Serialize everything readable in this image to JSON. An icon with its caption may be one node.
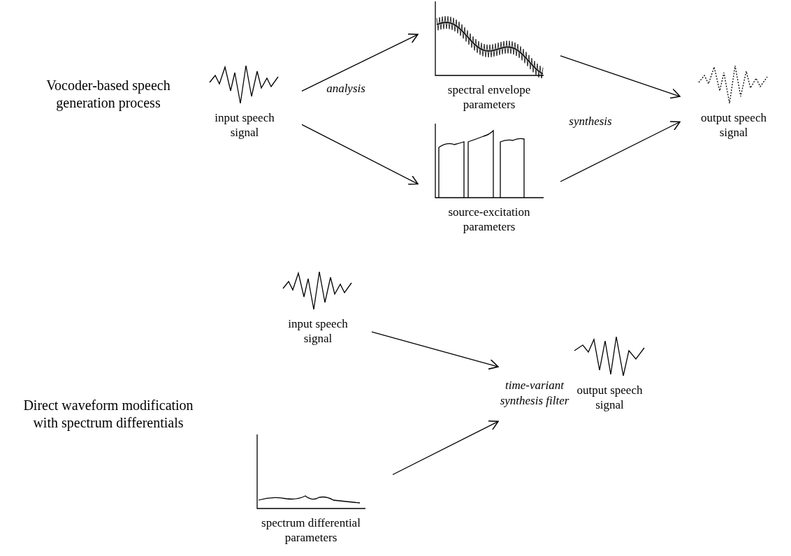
{
  "diagram": {
    "nodes": [
      {
        "text": [
          "input speech signal"
        ]
      },
      {
        "text": [
          "spectral envelope parameters"
        ]
      },
      {
        "text": [
          "source-excitation parameters"
        ]
      },
      {
        "text": [
          "output speech signal"
        ]
      },
      {
        "text": [
          "input speech signal"
        ]
      },
      {
        "text": [
          "spectrum differential parameters"
        ]
      },
      {
        "text": [
          "output speech signal"
        ]
      },
      {
        "text": [
          "time-variant synthesis filter"
        ]
      }
    ],
    "edges": [
      {
        "from": 0,
        "to": 1,
        "arrow": "to"
      },
      {
        "from": 0,
        "to": 2,
        "arrow": "to"
      },
      {
        "from": 1,
        "to": 3,
        "arrow": "to"
      },
      {
        "from": 2,
        "to": 3,
        "arrow": "to"
      },
      {
        "from": 4,
        "to": 7,
        "arrow": "to"
      },
      {
        "from": 5,
        "to": 7,
        "arrow": "to"
      }
    ],
    "labels": [
      "Vocoder-based speech generation process",
      "analysis",
      "synthesis",
      "Direct waveform modification with spectrum differentials"
    ]
  }
}
